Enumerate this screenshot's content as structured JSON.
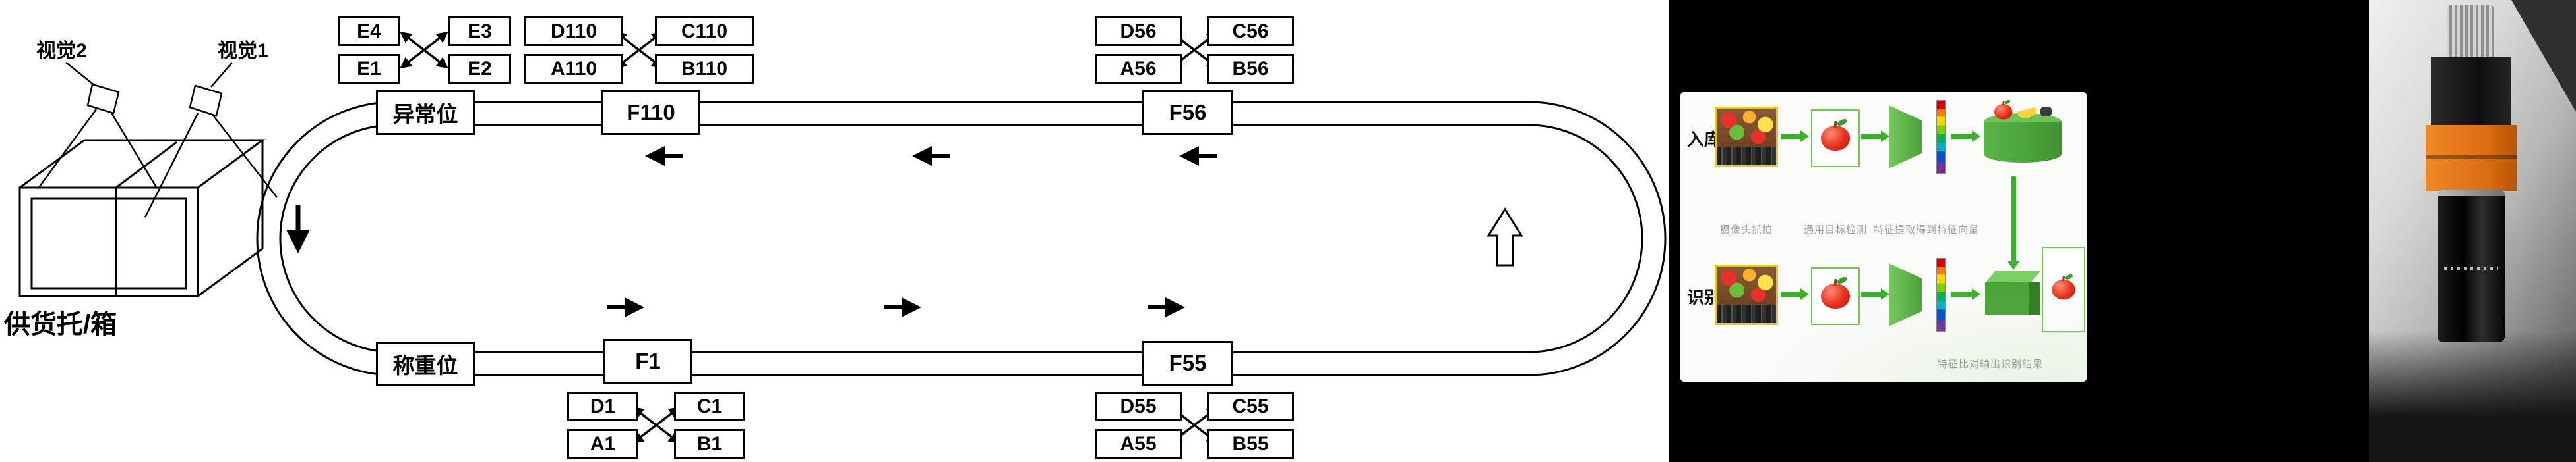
{
  "conveyor": {
    "vision2": "视觉2",
    "vision1": "视觉1",
    "supply_box": "供货托/箱",
    "stations": {
      "abnormal": "异常位",
      "f110": "F110",
      "f56": "F56",
      "weigh": "称重位",
      "f1": "F1",
      "f55": "F55"
    },
    "groups": {
      "e": [
        "E4",
        "E3",
        "E1",
        "E2"
      ],
      "g110": [
        "D110",
        "C110",
        "A110",
        "B110"
      ],
      "g56": [
        "D56",
        "C56",
        "A56",
        "B56"
      ],
      "g1": [
        "D1",
        "C1",
        "A1",
        "B1"
      ],
      "g55": [
        "D55",
        "C55",
        "A55",
        "B55"
      ]
    }
  },
  "pipeline": {
    "row_in": "入库",
    "row_rec": "识别",
    "caption_capture": "摄像头抓拍",
    "caption_detect": "通用目标检测",
    "caption_feature": "特征提取得到特征向量",
    "caption_match": "特征比对输出识别结果"
  },
  "colors": {
    "accent_green": "#3cb02c",
    "monitor_yellow": "#e7c71f",
    "camera_orange": "#e67817"
  }
}
